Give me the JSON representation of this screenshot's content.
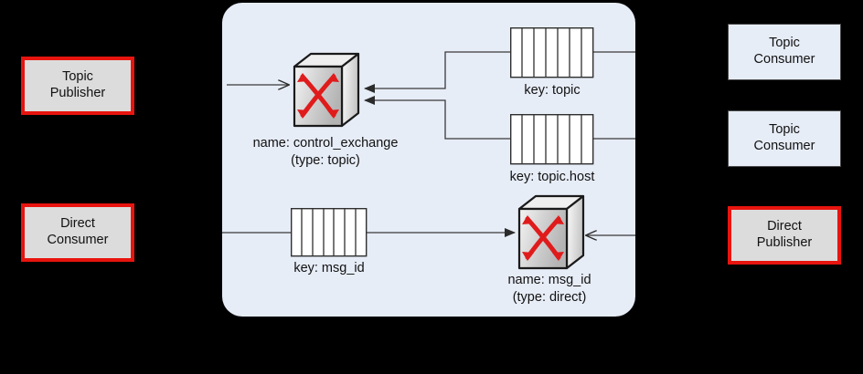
{
  "diagram": {
    "title": "AMQP message broker routing diagram",
    "panel": {
      "name": "broker-panel",
      "fill": "#e7edf7"
    },
    "colors": {
      "panel_fill": "#e7edf7",
      "external_red_border": "#e8140f",
      "external_gray_fill": "#dcdcdc",
      "exchange_arrow_red": "#e01b1b",
      "line": "#3a3a3a",
      "background": "#000000"
    },
    "external_nodes": [
      {
        "id": "topic-publisher",
        "label_line1": "Topic",
        "label_line2": "Publisher",
        "style": "red-outline",
        "side": "left"
      },
      {
        "id": "direct-consumer",
        "label_line1": "Direct",
        "label_line2": "Consumer",
        "style": "red-outline",
        "side": "left"
      },
      {
        "id": "topic-consumer-1",
        "label_line1": "Topic",
        "label_line2": "Consumer",
        "style": "blue-fill",
        "side": "right"
      },
      {
        "id": "topic-consumer-2",
        "label_line1": "Topic",
        "label_line2": "Consumer",
        "style": "blue-fill",
        "side": "right"
      },
      {
        "id": "direct-publisher",
        "label_line1": "Direct",
        "label_line2": "Publisher",
        "style": "red-outline",
        "side": "right"
      }
    ],
    "exchanges": [
      {
        "id": "control-exchange",
        "label_line1": "name: control_exchange",
        "label_line2": "(type: topic)",
        "name": "control_exchange",
        "type": "topic"
      },
      {
        "id": "msg-id-exchange",
        "label_line1": "name: msg_id",
        "label_line2": "(type: direct)",
        "name": "msg_id",
        "type": "direct"
      }
    ],
    "queues": [
      {
        "id": "queue-topic",
        "label": "key: topic",
        "key": "topic",
        "segments": 7
      },
      {
        "id": "queue-topic-host",
        "label": "key: topic.host",
        "key": "topic.host",
        "segments": 7
      },
      {
        "id": "queue-msg-id",
        "label": "key: msg_id",
        "key": "msg_id",
        "segments": 7
      }
    ],
    "connections": [
      {
        "from": "topic-publisher",
        "to": "control-exchange",
        "arrow": "open"
      },
      {
        "from": "queue-topic",
        "to": "control-exchange",
        "arrow": "solid"
      },
      {
        "from": "queue-topic-host",
        "to": "control-exchange",
        "arrow": "solid"
      },
      {
        "from": "queue-topic",
        "to": "topic-consumer-1",
        "arrow": "none"
      },
      {
        "from": "queue-topic-host",
        "to": "topic-consumer-2",
        "arrow": "none"
      },
      {
        "from": "direct-consumer",
        "to": "queue-msg-id",
        "arrow": "none"
      },
      {
        "from": "queue-msg-id",
        "to": "msg-id-exchange",
        "arrow": "solid"
      },
      {
        "from": "direct-publisher",
        "to": "msg-id-exchange",
        "arrow": "open"
      }
    ]
  }
}
